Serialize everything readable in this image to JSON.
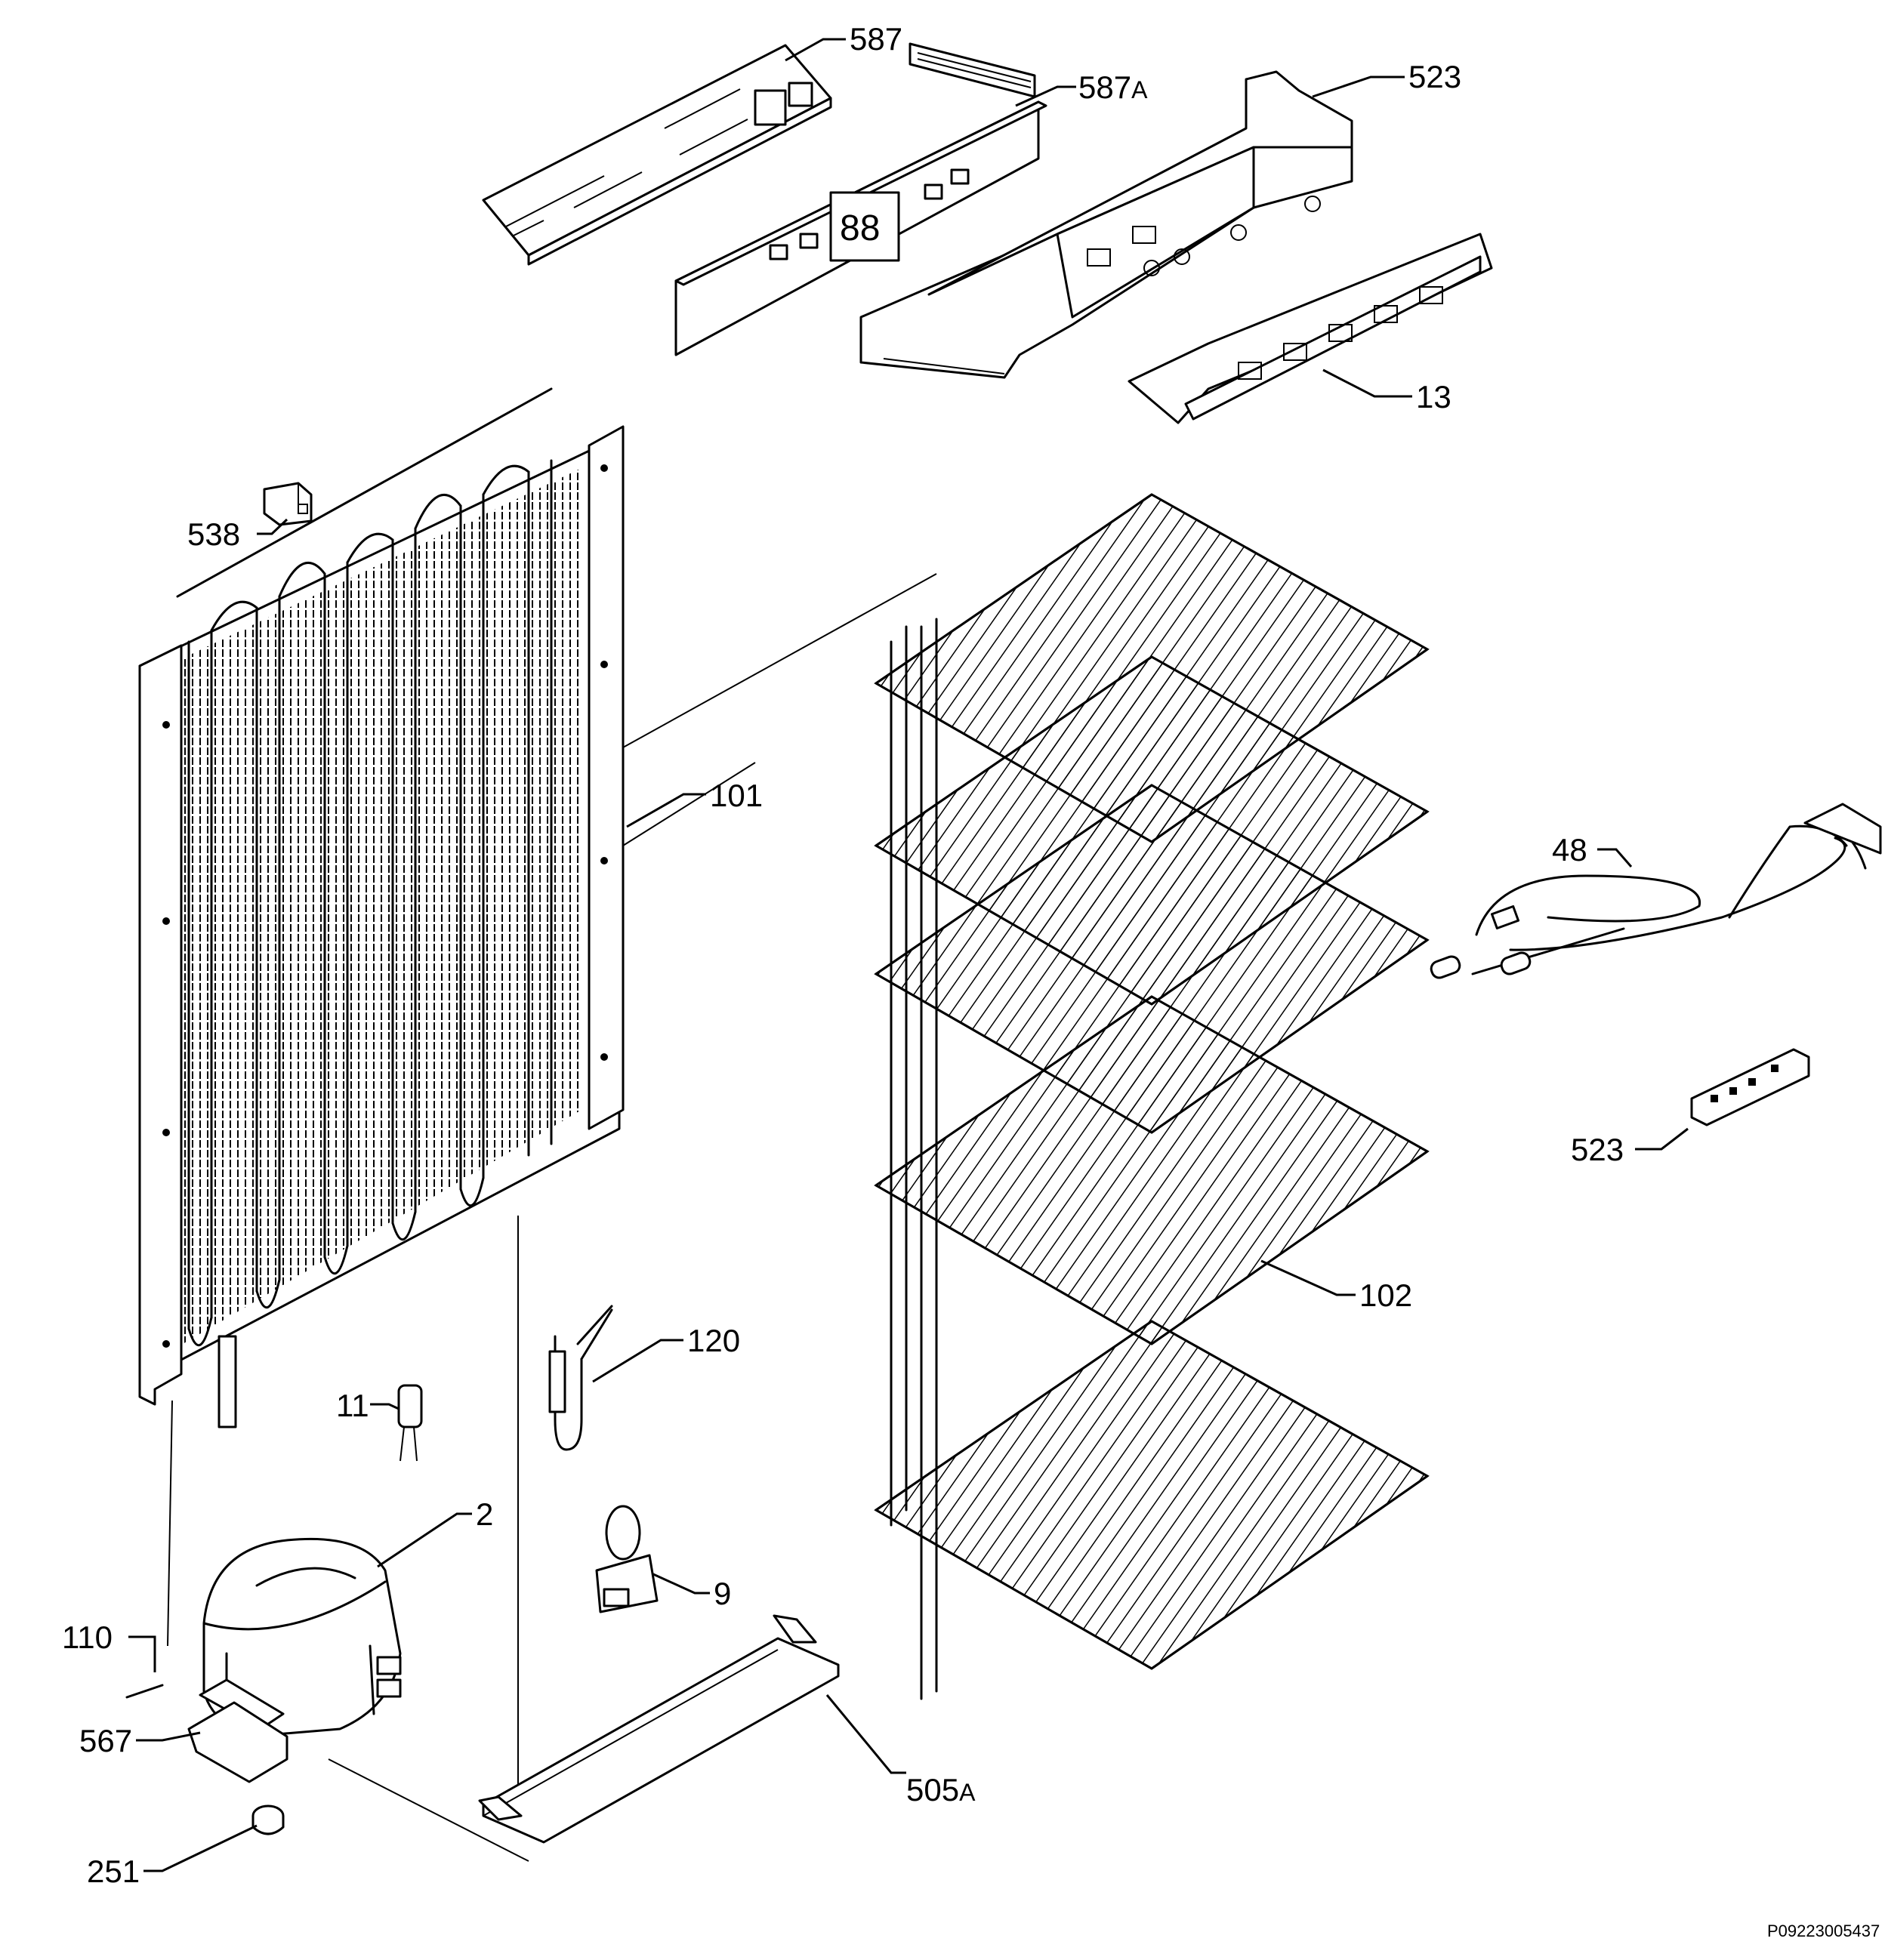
{
  "parts": [
    {
      "id": "p587",
      "number": "587",
      "suffix": ""
    },
    {
      "id": "p587a",
      "number": "587",
      "suffix": "A"
    },
    {
      "id": "p523t",
      "number": "523",
      "suffix": ""
    },
    {
      "id": "p13",
      "number": "13",
      "suffix": ""
    },
    {
      "id": "p538",
      "number": "538",
      "suffix": ""
    },
    {
      "id": "p101",
      "number": "101",
      "suffix": ""
    },
    {
      "id": "p48",
      "number": "48",
      "suffix": ""
    },
    {
      "id": "p523b",
      "number": "523",
      "suffix": ""
    },
    {
      "id": "p102",
      "number": "102",
      "suffix": ""
    },
    {
      "id": "p120",
      "number": "120",
      "suffix": ""
    },
    {
      "id": "p11",
      "number": "11",
      "suffix": ""
    },
    {
      "id": "p2",
      "number": "2",
      "suffix": ""
    },
    {
      "id": "p9",
      "number": "9",
      "suffix": ""
    },
    {
      "id": "p110",
      "number": "110",
      "suffix": ""
    },
    {
      "id": "p567",
      "number": "567",
      "suffix": ""
    },
    {
      "id": "p505a",
      "number": "505",
      "suffix": "A"
    },
    {
      "id": "p251",
      "number": "251",
      "suffix": ""
    }
  ],
  "drawing_code": "P09223005437"
}
